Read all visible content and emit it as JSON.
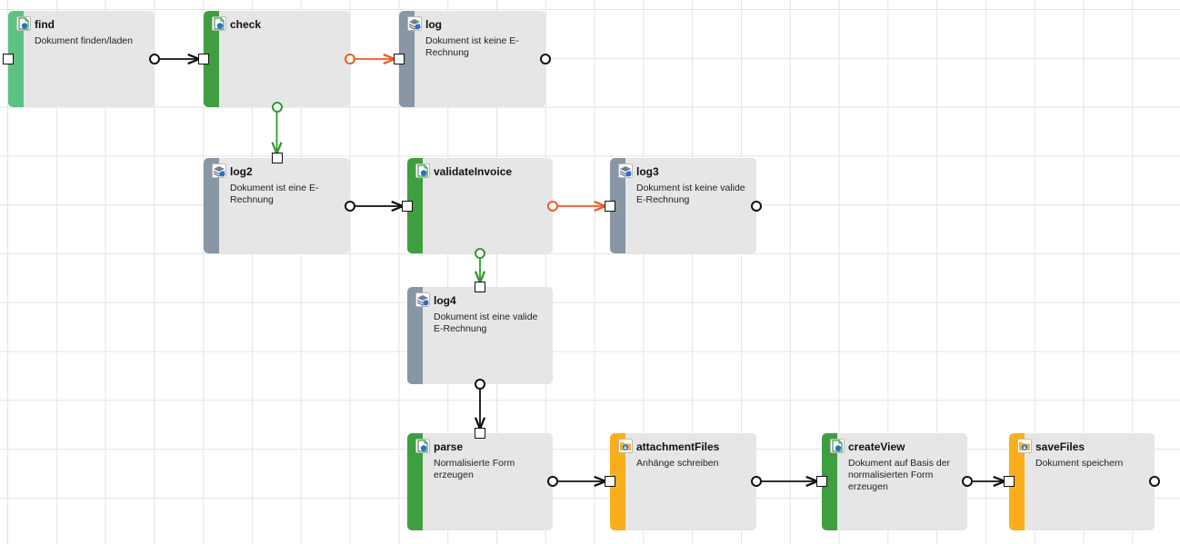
{
  "colors": {
    "green": "#3f9e3f",
    "light_green": "#5cc283",
    "gray": "#8896a6",
    "orange": "#fbae1c",
    "edge_default": "#111111",
    "edge_error": "#ef5a1f",
    "edge_success": "#2f9a2f"
  },
  "nodes": [
    {
      "id": "find",
      "title": "find",
      "description": "Dokument finden/laden",
      "bar": "light_green",
      "icon": "document-search-icon"
    },
    {
      "id": "check",
      "title": "check",
      "description": "",
      "bar": "green",
      "icon": "document-check-icon"
    },
    {
      "id": "log",
      "title": "log",
      "description": "Dokument ist keine E-Rechnung",
      "bar": "gray",
      "icon": "layers-log-icon"
    },
    {
      "id": "log2",
      "title": "log2",
      "description": "Dokument ist eine E-Rechnung",
      "bar": "gray",
      "icon": "layers-log-icon"
    },
    {
      "id": "validateInvoice",
      "title": "validateInvoice",
      "description": "",
      "bar": "green",
      "icon": "document-validate-icon"
    },
    {
      "id": "log3",
      "title": "log3",
      "description": "Dokument ist keine valide E-Rechnung",
      "bar": "gray",
      "icon": "layers-log-icon"
    },
    {
      "id": "log4",
      "title": "log4",
      "description": "Dokument ist eine valide E-Rechnung",
      "bar": "gray",
      "icon": "layers-log-icon"
    },
    {
      "id": "parse",
      "title": "parse",
      "description": "Normalisierte Form erzeugen",
      "bar": "green",
      "icon": "document-parse-icon"
    },
    {
      "id": "attachmentFiles",
      "title": "attachmentFiles",
      "description": "Anhänge schreiben",
      "bar": "orange",
      "icon": "folder-save-icon"
    },
    {
      "id": "createView",
      "title": "createView",
      "description": "Dokument auf Basis der normalisierten Form erzeugen",
      "bar": "green",
      "icon": "document-view-icon"
    },
    {
      "id": "saveFiles",
      "title": "saveFiles",
      "description": "Dokument speichern",
      "bar": "orange",
      "icon": "folder-save-icon"
    }
  ],
  "edges": [
    {
      "from": "find",
      "to": "check",
      "type": "default"
    },
    {
      "from": "check",
      "to": "log",
      "type": "error"
    },
    {
      "from": "check",
      "to": "log2",
      "type": "success"
    },
    {
      "from": "log2",
      "to": "validateInvoice",
      "type": "default"
    },
    {
      "from": "validateInvoice",
      "to": "log3",
      "type": "error"
    },
    {
      "from": "validateInvoice",
      "to": "log4",
      "type": "success"
    },
    {
      "from": "log4",
      "to": "parse",
      "type": "default"
    },
    {
      "from": "parse",
      "to": "attachmentFiles",
      "type": "default"
    },
    {
      "from": "attachmentFiles",
      "to": "createView",
      "type": "default"
    },
    {
      "from": "createView",
      "to": "saveFiles",
      "type": "default"
    }
  ]
}
